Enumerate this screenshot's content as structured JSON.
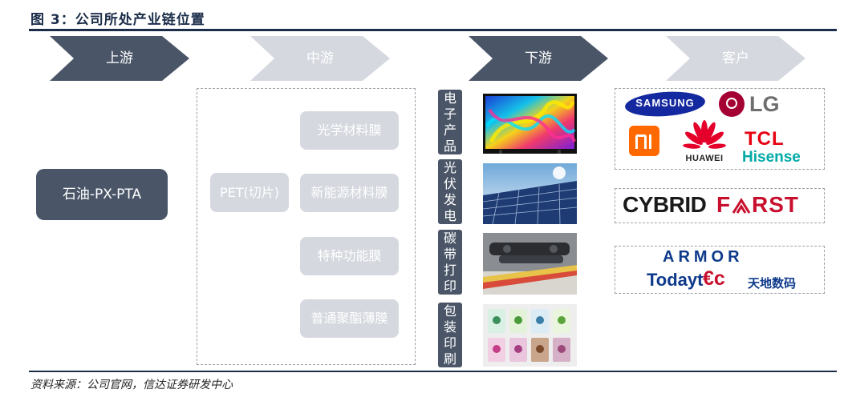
{
  "title": "图 3：公司所处产业链位置",
  "source": "资料来源：公司官网，信达证券研发中心",
  "stages": [
    {
      "label": "上游"
    },
    {
      "label": "中游"
    },
    {
      "label": "下游"
    },
    {
      "label": "客户"
    }
  ],
  "upstream": {
    "material": "石油-PX-PTA"
  },
  "midstream": {
    "base": "PET(切片)",
    "products": [
      "光学材料膜",
      "新能源材料膜",
      "特种功能膜",
      "普通聚酯薄膜"
    ]
  },
  "downstream": {
    "applications": [
      {
        "label": "电子产品",
        "chars": [
          "电",
          "子",
          "产",
          "品"
        ]
      },
      {
        "label": "光伏发电",
        "chars": [
          "光",
          "伏",
          "发",
          "电"
        ]
      },
      {
        "label": "碳带打印",
        "chars": [
          "碳",
          "带",
          "打",
          "印"
        ]
      },
      {
        "label": "包装印刷",
        "chars": [
          "包",
          "装",
          "印",
          "刷"
        ]
      }
    ]
  },
  "customers": {
    "group1": {
      "samsung": "SAMSUNG",
      "lg": "LG",
      "huawei": "HUAWEI",
      "tcl": "TCL",
      "hisense": "Hisense"
    },
    "group2": {
      "cybrid": "CYBRID",
      "first": "F",
      "first_rest": "RST"
    },
    "group3": {
      "armor": "ARMOR",
      "todaytec": "Todayt",
      "todaytec_ec": "€c",
      "tiandi": "天地数码"
    }
  },
  "colors": {
    "dark": "#4a5668",
    "light": "#d5d8df",
    "chevron_dark": "#4a5668",
    "chevron_light": "#d5d8df",
    "navy": "#1c2d4a",
    "samsung_blue": "#1428a0",
    "lg_red": "#a50034",
    "mi_orange": "#ff6900",
    "huawei_red": "#e4002b",
    "tcl_red": "#e60012",
    "hisense_teal": "#00aaa6",
    "armor_blue": "#0d3a8a"
  }
}
